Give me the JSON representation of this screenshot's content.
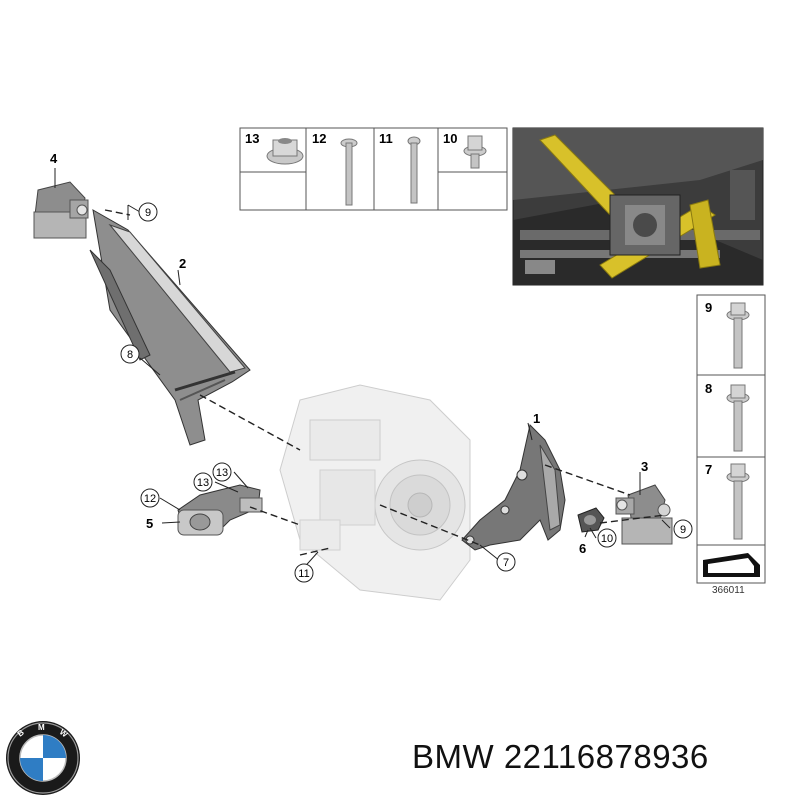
{
  "fastener_panel": [
    {
      "number": "13",
      "icon": "flange-nut-icon"
    },
    {
      "number": "12",
      "icon": "long-bolt-icon"
    },
    {
      "number": "11",
      "icon": "long-bolt-icon"
    },
    {
      "number": "10",
      "icon": "flange-bolt-icon"
    }
  ],
  "side_panel": [
    {
      "number": "9",
      "icon": "hex-flange-bolt-icon"
    },
    {
      "number": "8",
      "icon": "hex-flange-bolt-icon"
    },
    {
      "number": "7",
      "icon": "hex-flange-bolt-icon"
    }
  ],
  "callouts": {
    "c1": "1",
    "c2": "2",
    "c3": "3",
    "c4": "4",
    "c5": "5",
    "c6": "6"
  },
  "circled": {
    "r7": "7",
    "r8": "8",
    "r9a": "9",
    "r9b": "9",
    "r10": "10",
    "r11": "11",
    "r12": "12",
    "r13a": "13",
    "r13b": "13"
  },
  "drawing_number": "366011",
  "brand": {
    "text": "BMW 22116878936",
    "logo_letters": "BMW"
  },
  "colors": {
    "highlight": "#d8c12a",
    "line": "#222222",
    "part_gray": "#9a9a9a"
  }
}
